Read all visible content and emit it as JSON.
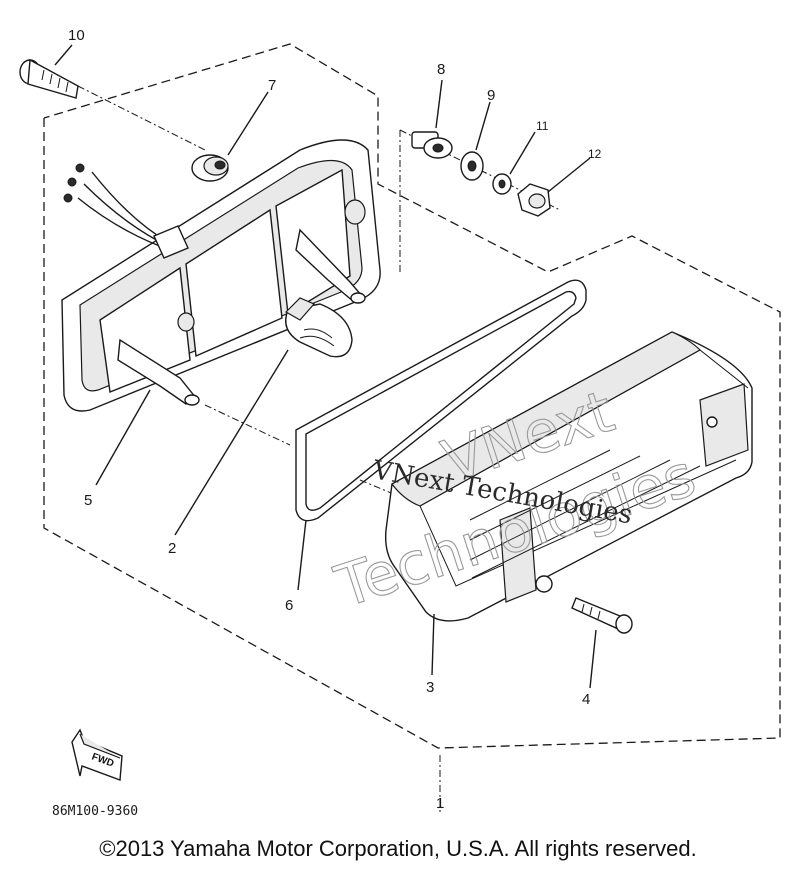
{
  "diagram": {
    "callouts": {
      "p1": "1",
      "p2": "2",
      "p3": "3",
      "p4": "4",
      "p5": "5",
      "p6": "6",
      "p7": "7",
      "p8": "8",
      "p9": "9",
      "p10": "10",
      "p11": "11",
      "p12": "12"
    },
    "part_code": "86M100-9360",
    "fwd_label": "FWD",
    "watermark": {
      "large_line1": "VNext",
      "large_line2": "Technologies",
      "small": "VNext Technologies"
    }
  },
  "footer": {
    "copyright": "©2013 Yamaha Motor Corporation, U.S.A. All rights reserved."
  }
}
